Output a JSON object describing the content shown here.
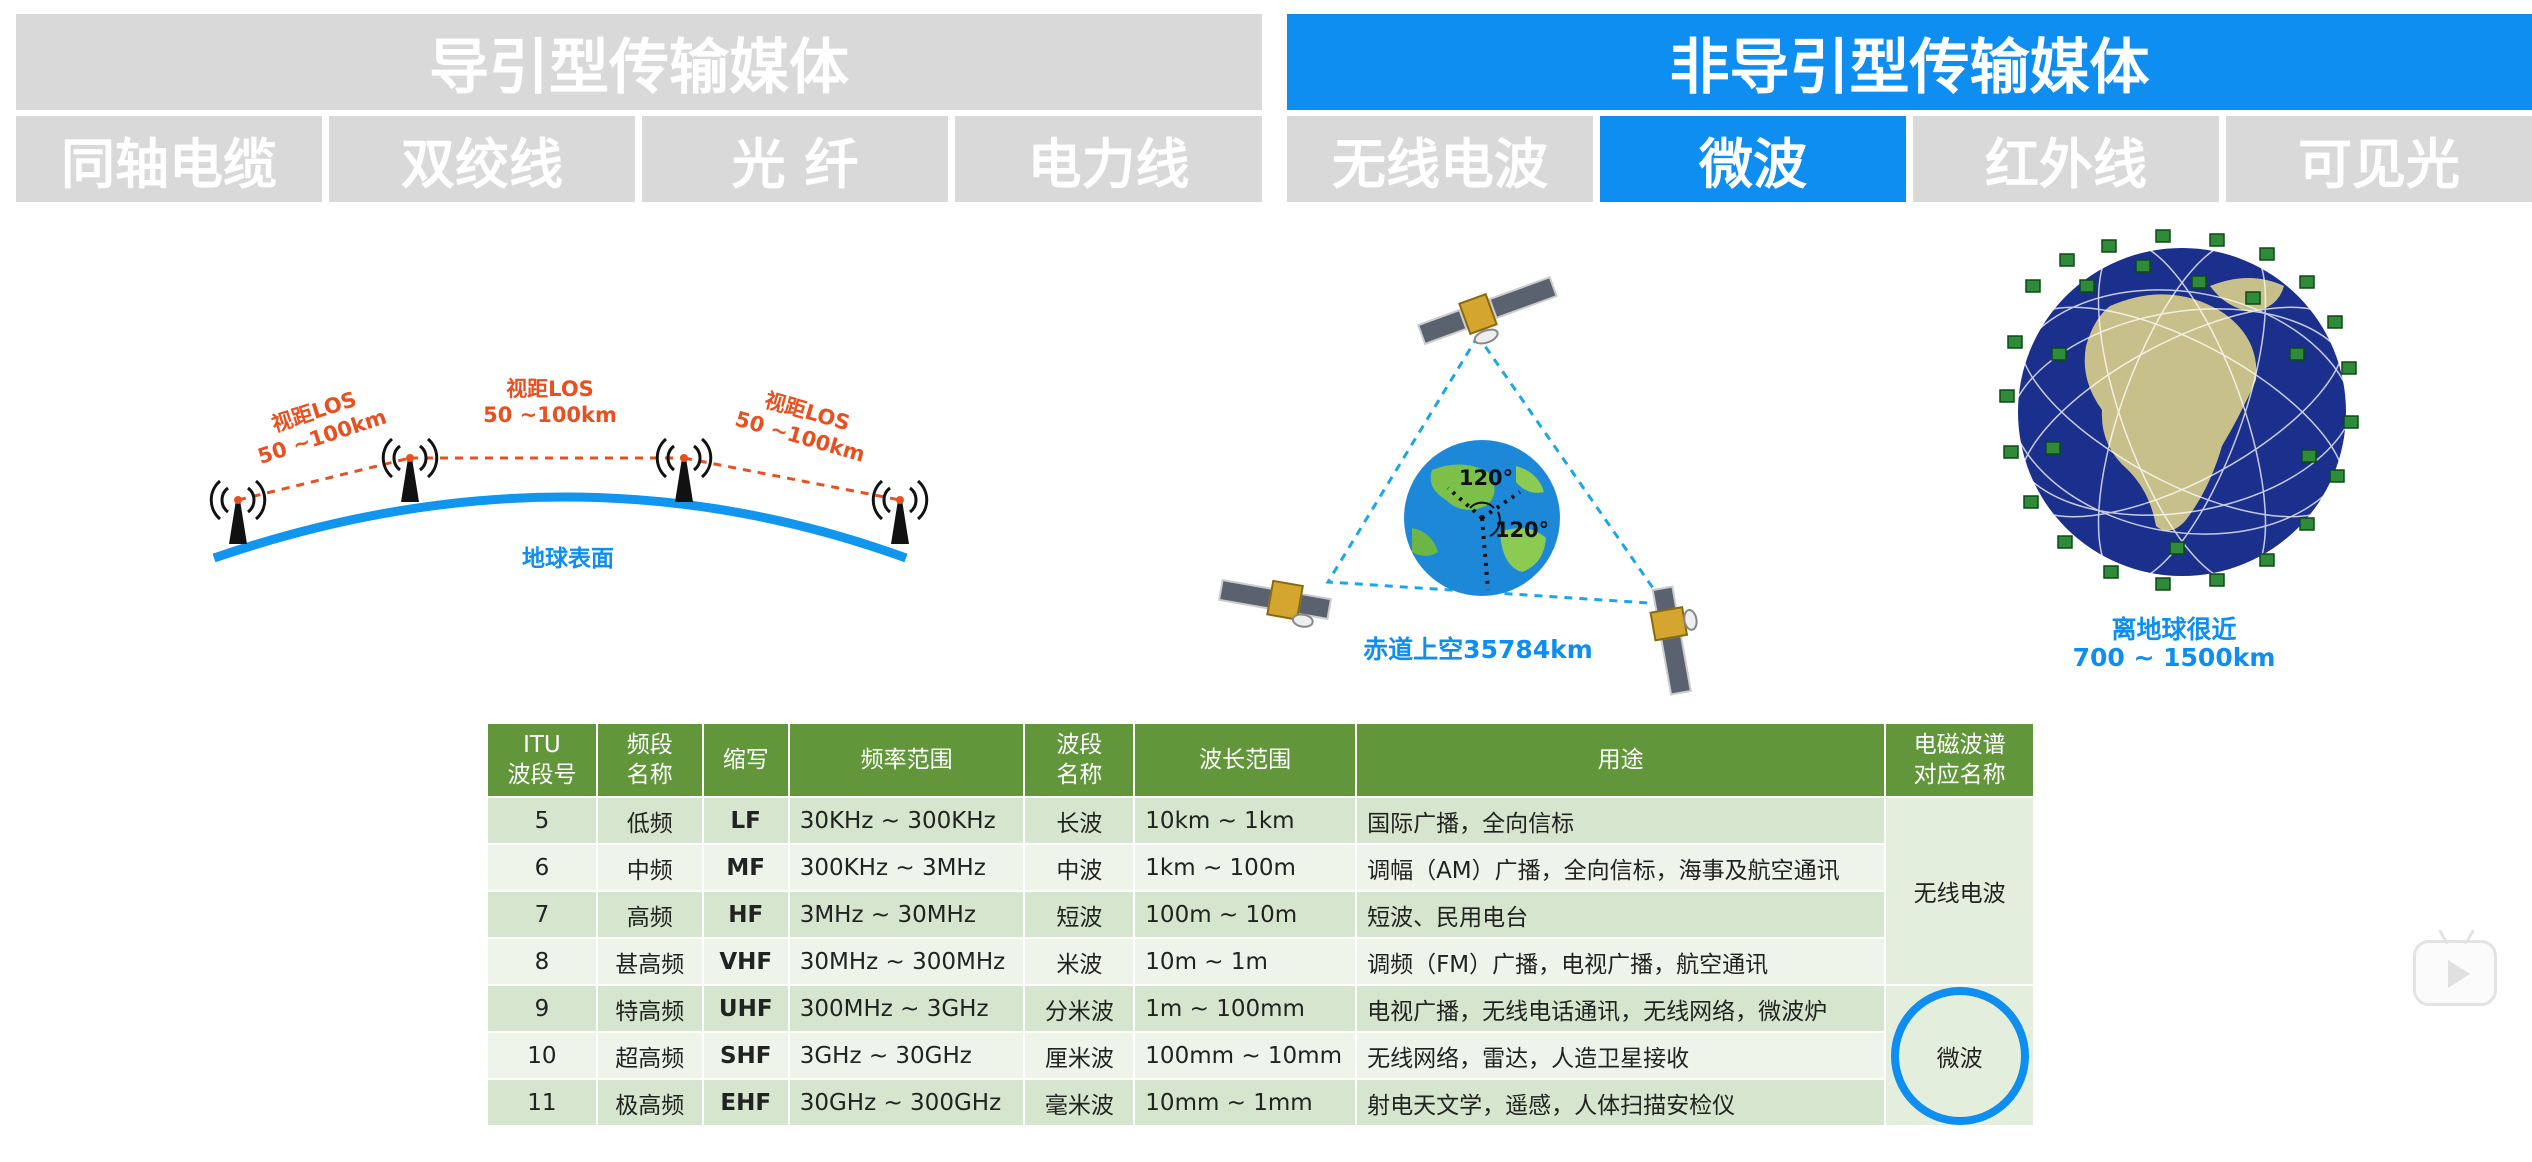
{
  "headers": {
    "guided": "导引型传输媒体",
    "unguided": "非导引型传输媒体"
  },
  "tabs": [
    {
      "label": "同轴电缆",
      "active": false
    },
    {
      "label": "双绞线",
      "active": false
    },
    {
      "label": "光  纤",
      "active": false
    },
    {
      "label": "电力线",
      "active": false
    },
    {
      "label": "无线电波",
      "active": false
    },
    {
      "label": "微波",
      "active": true
    },
    {
      "label": "红外线",
      "active": false
    },
    {
      "label": "可见光",
      "active": false
    }
  ],
  "relay": {
    "hop1_line1": "视距LOS",
    "hop1_line2": "50 ~100km",
    "hop2_line1": "视距LOS",
    "hop2_line2": "50 ~100km",
    "hop3_line1": "视距LOS",
    "hop3_line2": "50 ~100km",
    "surface_label": "地球表面"
  },
  "geo": {
    "angle1": "120°",
    "angle2": "120°",
    "caption": "赤道上空35784km"
  },
  "leo": {
    "caption_line1": "离地球很近",
    "caption_line2": "700 ~ 1500km"
  },
  "table": {
    "headers": [
      {
        "line1": "ITU",
        "line2": "波段号"
      },
      {
        "line1": "频段",
        "line2": "名称"
      },
      {
        "line1": "缩写",
        "line2": ""
      },
      {
        "line1": "频率范围",
        "line2": ""
      },
      {
        "line1": "波段",
        "line2": "名称"
      },
      {
        "line1": "波长范围",
        "line2": ""
      },
      {
        "line1": "用途",
        "line2": ""
      },
      {
        "line1": "电磁波谱",
        "line2": "对应名称"
      }
    ],
    "rows": [
      [
        "5",
        "低频",
        "LF",
        "30KHz ~ 300KHz",
        "长波",
        "10km ~ 1km",
        "国际广播，全向信标"
      ],
      [
        "6",
        "中频",
        "MF",
        "300KHz ~ 3MHz",
        "中波",
        "1km ~ 100m",
        "调幅（AM）广播，全向信标，海事及航空通讯"
      ],
      [
        "7",
        "高频",
        "HF",
        "3MHz ~ 30MHz",
        "短波",
        "100m ~ 10m",
        "短波、民用电台"
      ],
      [
        "8",
        "甚高频",
        "VHF",
        "30MHz ~ 300MHz",
        "米波",
        "10m ~ 1m",
        "调频（FM）广播，电视广播，航空通讯"
      ],
      [
        "9",
        "特高频",
        "UHF",
        "300MHz ~ 3GHz",
        "分米波",
        "1m ~ 100mm",
        "电视广播，无线电话通讯，无线网络，微波炉"
      ],
      [
        "10",
        "超高频",
        "SHF",
        "3GHz ~ 30GHz",
        "厘米波",
        "100mm ~ 10mm",
        "无线网络，雷达，人造卫星接收"
      ],
      [
        "11",
        "极高频",
        "EHF",
        "30GHz ~ 300GHz",
        "毫米波",
        "10mm ~ 1mm",
        "射电天文学，遥感，人体扫描安检仪"
      ]
    ],
    "spectrum_radio": "无线电波",
    "spectrum_microwave": "微波"
  },
  "colors": {
    "accent": "#0d8ef0",
    "inactive_tab": "#d9d9d9",
    "table_header": "#62963a",
    "los_label": "#e8501f"
  },
  "icons": {
    "tower": "antenna-tower-icon",
    "satellite": "satellite-icon",
    "globe": "earth-globe-icon",
    "video": "video-play-icon"
  }
}
